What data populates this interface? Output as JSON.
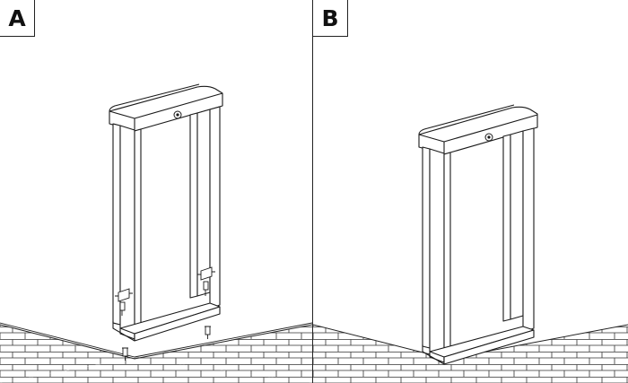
{
  "panels": [
    {
      "label": "A",
      "description_icon": "lamp-post-with-mounting-screws"
    },
    {
      "label": "B",
      "description_icon": "lamp-post-mounted"
    }
  ],
  "colors": {
    "line": "#1a1a1a",
    "background": "#ffffff"
  }
}
